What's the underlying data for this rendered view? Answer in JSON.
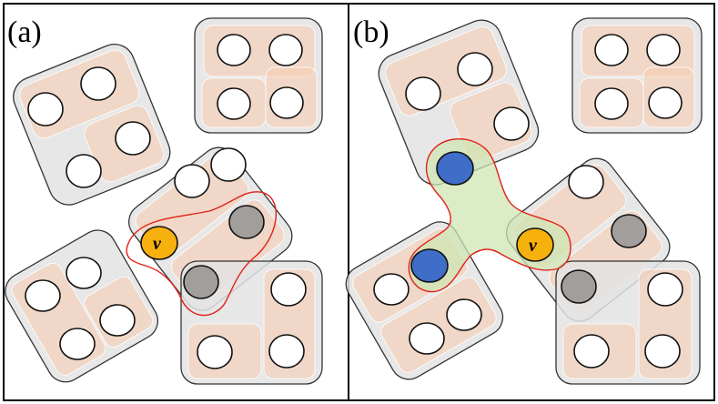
{
  "panels": [
    {
      "label": "(a)"
    },
    {
      "label": "(b)"
    }
  ],
  "special_node": {
    "label": "v"
  },
  "colors": {
    "group_fill": "#e3e3e3",
    "subgroup_fill": "#f6cdb2",
    "node_white": "#ffffff",
    "node_gray": "#a29e9c",
    "node_v": "#f7b10e",
    "node_blue": "#3f6dc7",
    "outline_red": "#e0221a",
    "region_green": "#cfe5b4"
  }
}
